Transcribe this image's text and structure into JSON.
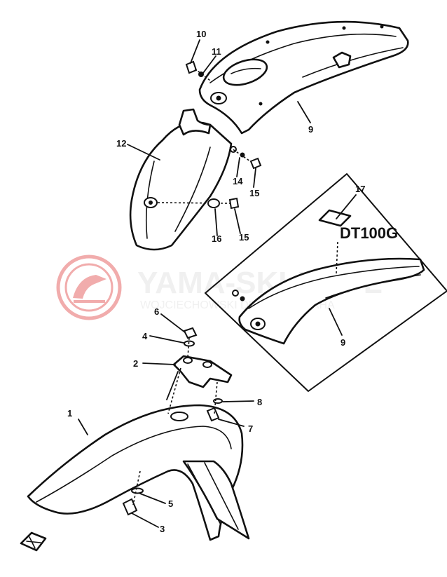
{
  "model_label": "DT100G",
  "watermark": {
    "title": "YAMA-SKLEP.PL",
    "subtitle": "WOJCIECHOWSKI DEALER YAMAHA",
    "logo_color": "#e14a4a"
  },
  "callouts": [
    "1",
    "2",
    "3",
    "4",
    "5",
    "6",
    "7",
    "8",
    "9",
    "9",
    "10",
    "11",
    "12",
    "14",
    "15",
    "15",
    "16",
    "17"
  ]
}
